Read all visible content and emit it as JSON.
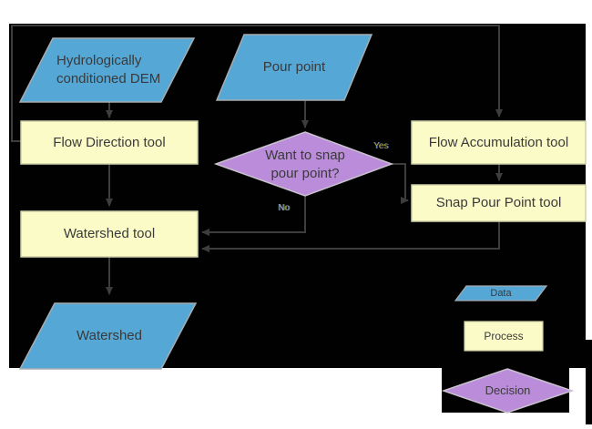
{
  "diagram": {
    "description": "Watershed delineation workflow flowchart",
    "nodes": {
      "dem": {
        "label": "Hydrologically conditioned DEM",
        "type": "data"
      },
      "pour_point": {
        "label": "Pour point",
        "type": "data"
      },
      "flow_direction": {
        "label": "Flow Direction tool",
        "type": "process"
      },
      "flow_accumulation": {
        "label": "Flow Accumulation tool",
        "type": "process"
      },
      "snap_pour_point": {
        "label": "Snap Pour Point tool",
        "type": "process"
      },
      "decision_snap": {
        "label": "Want to snap pour point?",
        "type": "decision"
      },
      "watershed_tool": {
        "label": "Watershed tool",
        "type": "process"
      },
      "watershed": {
        "label": "Watershed",
        "type": "data"
      }
    },
    "edge_labels": {
      "yes": "Yes",
      "no": "No"
    },
    "edges": [
      {
        "from": "dem",
        "to": "flow_direction"
      },
      {
        "from": "pour_point",
        "to": "decision_snap"
      },
      {
        "from": "flow_direction",
        "to": "flow_accumulation"
      },
      {
        "from": "flow_direction",
        "to": "watershed_tool"
      },
      {
        "from": "decision_snap",
        "to": "snap_pour_point",
        "label": "Yes"
      },
      {
        "from": "decision_snap",
        "to": "watershed_tool",
        "label": "No"
      },
      {
        "from": "flow_accumulation",
        "to": "snap_pour_point"
      },
      {
        "from": "snap_pour_point",
        "to": "watershed_tool"
      },
      {
        "from": "watershed_tool",
        "to": "watershed"
      }
    ],
    "legend": {
      "data": "Data",
      "process": "Process",
      "decision": "Decision"
    }
  },
  "colors": {
    "background": "#010101",
    "page": "#ffffff",
    "data_fill": "#55a7d6",
    "process_fill": "#fbfbc8",
    "decision_fill": "#ba8cda",
    "connector": "#3d3d3d",
    "node_text": "#3a3a3a"
  }
}
